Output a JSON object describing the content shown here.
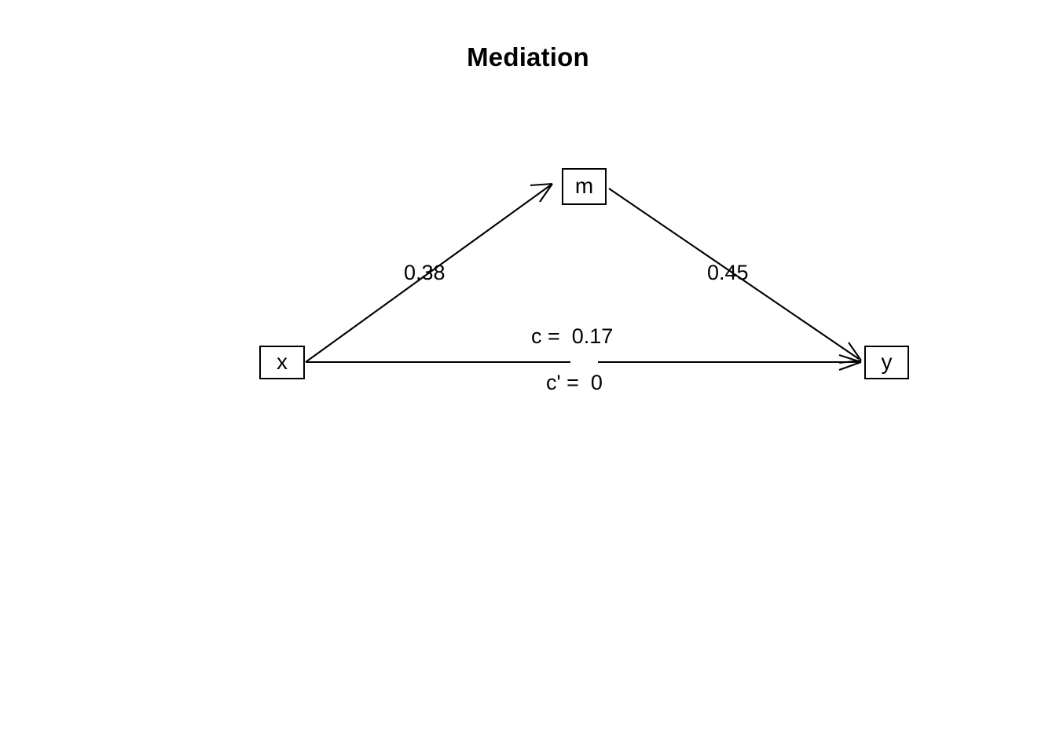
{
  "chart_data": {
    "type": "diagram",
    "diagram_kind": "mediation-path-diagram",
    "title": "Mediation",
    "nodes": [
      {
        "id": "x",
        "label": "x",
        "role": "predictor"
      },
      {
        "id": "m",
        "label": "m",
        "role": "mediator"
      },
      {
        "id": "y",
        "label": "y",
        "role": "outcome"
      }
    ],
    "edges": [
      {
        "id": "a",
        "from": "x",
        "to": "m",
        "label": "0.38",
        "value": 0.38
      },
      {
        "id": "b",
        "from": "m",
        "to": "y",
        "label": "0.45",
        "value": 0.45
      },
      {
        "id": "c",
        "from": "x",
        "to": "y",
        "label": "c =  0.17",
        "value": 0.17
      },
      {
        "id": "cprime",
        "from": "x",
        "to": "y",
        "label": "c' =  0",
        "value": 0
      }
    ],
    "colors": {
      "background": "#ffffff",
      "stroke": "#000000",
      "text": "#000000"
    }
  },
  "title": "Mediation",
  "nodes": {
    "x": "x",
    "m": "m",
    "y": "y"
  },
  "labels": {
    "a_path": "0.38",
    "b_path": "0.45",
    "c_path": "c =  0.17",
    "c_prime_path": "c' =  0"
  }
}
